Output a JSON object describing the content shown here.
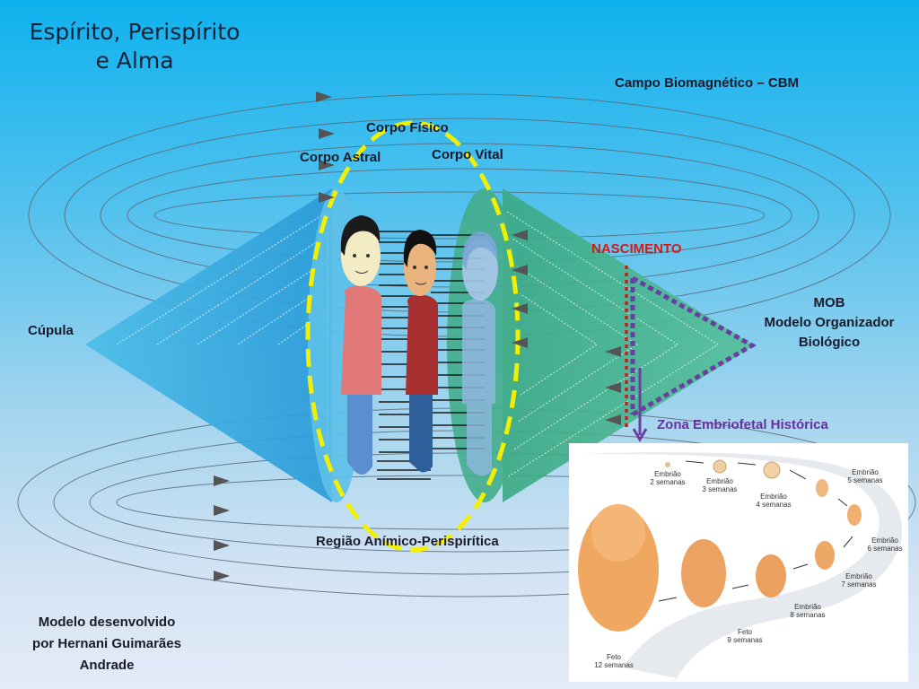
{
  "title": {
    "line1": "Espírito, Perispírito",
    "line2": "e Alma"
  },
  "labels": {
    "cbm": "Campo Biomagnético – CBM",
    "corpo_fisico": "Corpo Físico",
    "corpo_astral": "Corpo Astral",
    "corpo_vital": "Corpo Vital",
    "nascimento": "NASCIMENTO",
    "cupula": "Cúpula",
    "mob": [
      "MOB",
      "Modelo Organizador",
      "Biológico"
    ],
    "zona": "Zona Embriofetal Histórica",
    "regiao": "Região Anímico-Perispirítica",
    "credit": [
      "Modelo desenvolvido",
      "por Hernani Guimarães",
      "Andrade"
    ]
  },
  "embryo_stages": [
    {
      "name": "Embrião",
      "age": "2 semanas"
    },
    {
      "name": "Embrião",
      "age": "3 semanas"
    },
    {
      "name": "Embrião",
      "age": "4 semanas"
    },
    {
      "name": "Embrião",
      "age": "5 semanas"
    },
    {
      "name": "Embrião",
      "age": "6 semanas"
    },
    {
      "name": "Embrião",
      "age": "7 semanas"
    },
    {
      "name": "Embrião",
      "age": "8 semanas"
    },
    {
      "name": "Feto",
      "age": "9 semanas"
    },
    {
      "name": "Feto",
      "age": "12 semanas"
    }
  ],
  "colors": {
    "cone_left": "#2fa6e0",
    "cone_right": "#3aa883",
    "yellow_ellipse": "#f4f200",
    "nascimento": "#d11a1a",
    "mob_dashed": "#6a3fa0",
    "zona": "#6a2fa0"
  },
  "icons": [
    "arrow-right-icon",
    "arrow-left-icon",
    "arrow-down-icon",
    "person-icon"
  ]
}
